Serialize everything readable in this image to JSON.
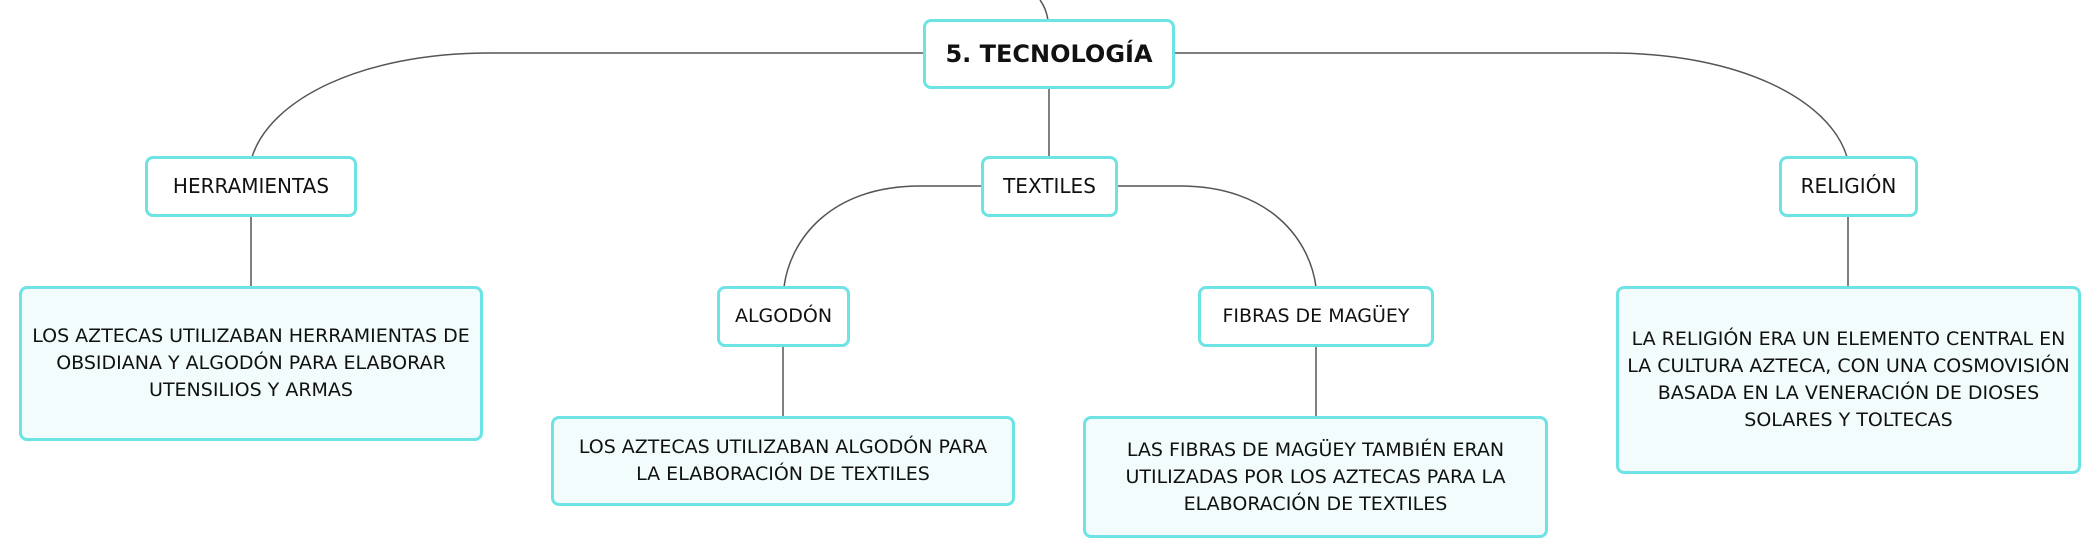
{
  "diagram": {
    "root": {
      "label": "5. TECNOLOGÍA"
    },
    "topics": {
      "herramientas": {
        "label": "HERRAMIENTAS",
        "detail": "LOS AZTECAS UTILIZABAN HERRAMIENTAS DE OBSIDIANA Y ALGODÓN PARA ELABORAR UTENSILIOS Y ARMAS"
      },
      "textiles": {
        "label": "TEXTILES",
        "algodon": {
          "label": "ALGODÓN",
          "detail": "LOS AZTECAS UTILIZABAN ALGODÓN PARA LA ELABORACIÓN DE TEXTILES"
        },
        "maguey": {
          "label": "FIBRAS DE MAGÜEY",
          "detail": "LAS FIBRAS DE MAGÜEY TAMBIÉN ERAN UTILIZADAS POR LOS AZTECAS PARA LA ELABORACIÓN DE TEXTILES"
        }
      },
      "religion": {
        "label": "RELIGIÓN",
        "detail": "LA RELIGIÓN ERA UN ELEMENTO CENTRAL EN LA CULTURA AZTECA, CON UNA COSMOVISIÓN BASADA EN LA VENERACIÓN DE DIOSES SOLARES Y TOLTECAS"
      }
    },
    "colors": {
      "node_border": "#6ee3e3",
      "leaf_fill": "#f2fcfc",
      "connector": "#555555",
      "text": "#111111"
    }
  }
}
